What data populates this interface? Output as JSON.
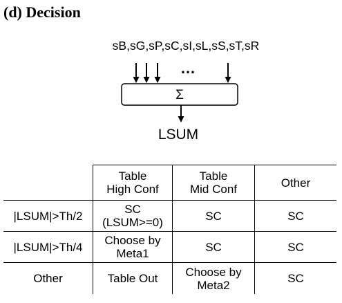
{
  "heading": "(d) Decision",
  "diagram": {
    "inputs_label": "sB,sG,sP,sC,sI,sL,sS,sT,sR",
    "ellipsis": "…",
    "sum_symbol": "Σ",
    "output_label": "LSUM"
  },
  "table": {
    "headers": [
      "",
      "Table\nHigh Conf",
      "Table\nMid Conf",
      "Other"
    ],
    "rows": [
      [
        "|LSUM|>Th/2",
        "SC\n(LSUM>=0)",
        "SC",
        "SC"
      ],
      [
        "|LSUM|>Th/4",
        "Choose by\nMeta1",
        "SC",
        "SC"
      ],
      [
        "Other",
        "Table Out",
        "Choose by\nMeta2",
        "SC"
      ]
    ]
  }
}
